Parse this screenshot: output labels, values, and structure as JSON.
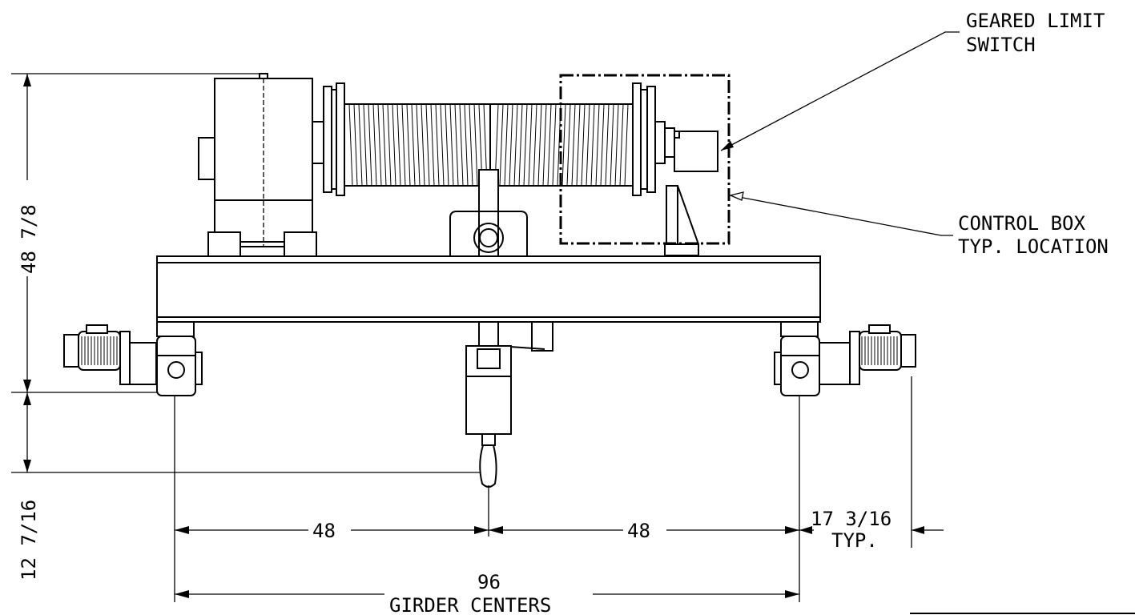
{
  "labels": {
    "geared_limit_switch_line1": "GEARED LIMIT",
    "geared_limit_switch_line2": "SWITCH",
    "control_box_line1": "CONTROL BOX",
    "control_box_line2": "TYP. LOCATION"
  },
  "dimensions": {
    "overall_height": "48 7/8",
    "hook_drop": "12 7/16",
    "left_half_span": "48",
    "right_half_span": "48",
    "end_truck_overhang_line1": "17 3/16",
    "end_truck_overhang_line2": "TYP.",
    "girder_span": "96",
    "girder_span_caption": "GIRDER CENTERS"
  },
  "colors": {
    "line": "#000000",
    "background": "#ffffff"
  }
}
